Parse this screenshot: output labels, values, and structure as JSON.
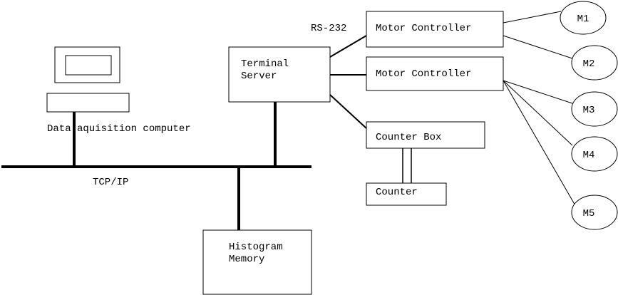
{
  "diagram": {
    "rs232_label": "RS-232",
    "tcpip_label": "TCP/IP",
    "daq_computer_label": "Data aquisition computer",
    "terminal_server": {
      "line1": "Terminal",
      "line2": "Server"
    },
    "motor_controller_1": "Motor Controller",
    "motor_controller_2": "Motor Controller",
    "counter_box": "Counter Box",
    "counter": "Counter",
    "histogram_memory": {
      "line1": "Histogram",
      "line2": "Memory"
    },
    "motors": [
      "M1",
      "M2",
      "M3",
      "M4",
      "M5"
    ]
  }
}
